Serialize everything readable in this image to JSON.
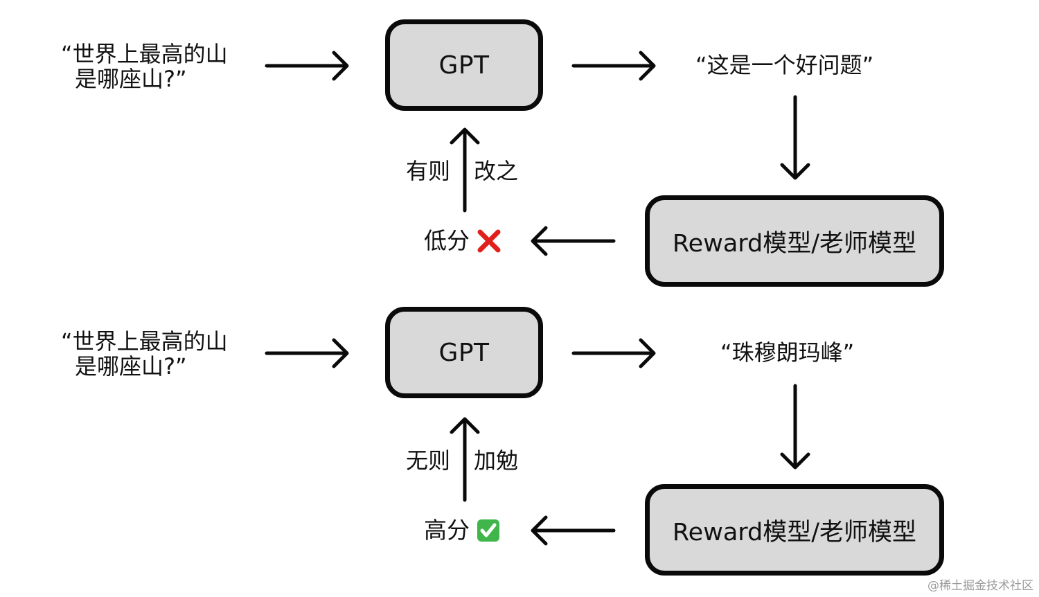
{
  "flow_top": {
    "question_line1": "“世界上最高的山",
    "question_line2": "是哪座山?”",
    "gpt_label": "GPT",
    "answer": "“这是一个好问题”",
    "reward_label": "Reward模型/老师模型",
    "score_label": "低分",
    "feedback_left": "有则",
    "feedback_right": "改之",
    "score_icon": "cross-icon",
    "icon_color": "#e0201b"
  },
  "flow_bottom": {
    "question_line1": "“世界上最高的山",
    "question_line2": "是哪座山?”",
    "gpt_label": "GPT",
    "answer": "“珠穆朗玛峰”",
    "reward_label": "Reward模型/老师模型",
    "score_label": "高分",
    "feedback_left": "无则",
    "feedback_right": "加勉",
    "score_icon": "check-box-icon",
    "icon_color": "#3fb54a"
  },
  "watermark": "@稀土掘金技术社区"
}
